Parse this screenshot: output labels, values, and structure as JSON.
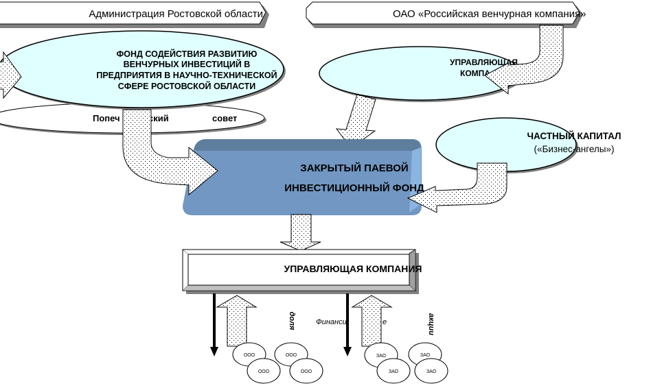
{
  "nodes": {
    "admin": "Администрация Ростовской области",
    "rvc": "ОАО «Российская венчурная компания»",
    "fund_support": [
      "ФОНД СОДЕЙСТВИЯ РАЗВИТИЮ",
      "ВЕНЧУРНЫХ ИНВЕСТИЦИЙ В",
      "ПРЕДПРИЯТИЯ В НАУЧНО-ТЕХНИЧЕСКОЙ",
      "СФЕРЕ РОСТОВСКОЙ ОБЛАСТИ"
    ],
    "board_left_visible": "Попеч",
    "board_left_tail": "ский",
    "board_right": "совет",
    "mgmt_top_visible": [
      "УПРАВЛЯЮЩАЯ",
      "КОМПА"
    ],
    "private_capital": "ЧАСТНЫЙ КАПИТАЛ",
    "business_angels": "(«Бизнес-ангелы»)",
    "closed_fund": [
      "ЗАКРЫТЫЙ ПАЕВОЙ",
      "ИНВЕСТИЦИОННЫЙ ФОНД"
    ],
    "mgmt_company": "УПРАВЛЯЮЩАЯ КОМПАНИЯ"
  },
  "labels": {
    "share": "доля",
    "financing_visible_start": "Финанси",
    "financing_visible_end": "е",
    "shares_right": "акции"
  },
  "portfolio": {
    "left": [
      "ООО",
      "ООО",
      "ООО",
      "ООО"
    ],
    "right": [
      "ЗАО",
      "ЗАО",
      "ЗАО",
      "ЗАО"
    ]
  },
  "colors": {
    "ellipse_fill": "#e0ffff",
    "fund_box": "#7197c2",
    "fund_box_top": "#5e7e9e",
    "fund_box_side": "#8bb4e0",
    "shadow": "#808080"
  }
}
